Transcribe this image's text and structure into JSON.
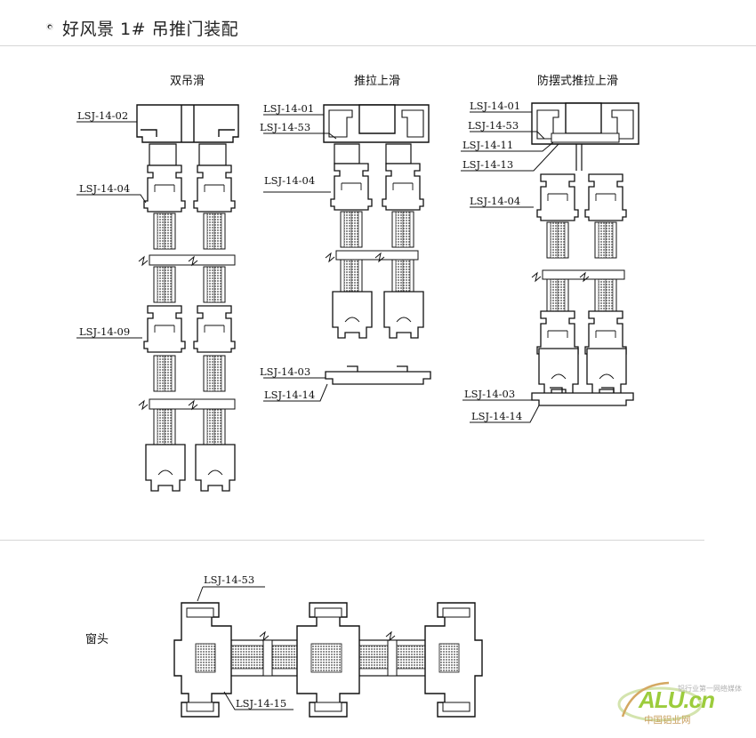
{
  "header": {
    "title": "好风景 1# 吊推门装配"
  },
  "sections": {
    "col1_title": "双吊滑",
    "col2_title": "推拉上滑",
    "col3_title": "防摆式推拉上滑",
    "window_head": "窗头"
  },
  "labels": {
    "c1_a": "LSJ-14-02",
    "c1_b": "LSJ-14-04",
    "c1_c": "LSJ-14-09",
    "c2_a": "LSJ-14-01",
    "c2_b": "LSJ-14-53",
    "c2_c": "LSJ-14-04",
    "c2_d": "LSJ-14-03",
    "c2_e": "LSJ-14-14",
    "c3_a": "LSJ-14-01",
    "c3_b": "LSJ-14-53",
    "c3_c": "LSJ-14-11",
    "c3_d": "LSJ-14-13",
    "c3_e": "LSJ-14-04",
    "c3_f": "LSJ-14-03",
    "c3_g": "LSJ-14-14",
    "w_a": "LSJ-14-53",
    "w_b": "LSJ-14-15"
  },
  "watermark": {
    "top": "铝行业第一网络媒体",
    "main": "ALU.cn",
    "sub": "中国铝业网"
  },
  "colors": {
    "line": "#111111",
    "hatch": "#444444",
    "logo_green": "#9ccc3c",
    "logo_orange": "#c9a060"
  }
}
